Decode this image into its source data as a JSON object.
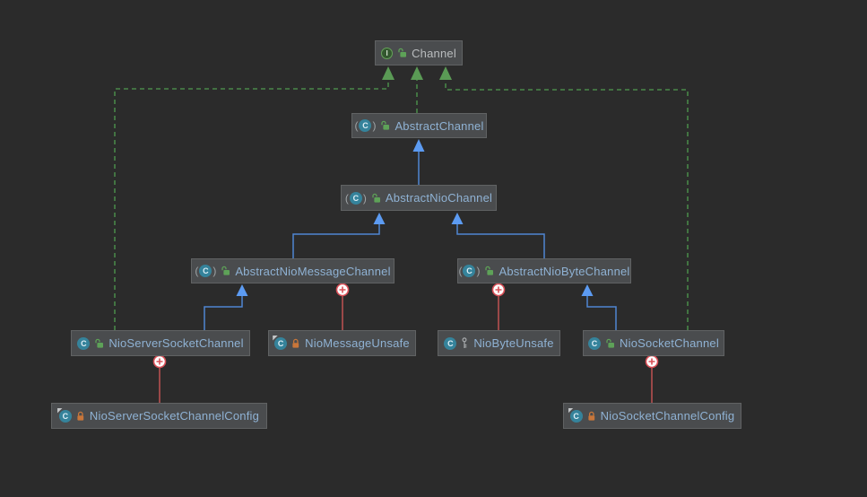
{
  "diagram": {
    "title": "Netty Channel class hierarchy UML diagram",
    "background": "#2b2b2b",
    "colors": {
      "node_background": "#4a4c4e",
      "node_border": "#606263",
      "interface_label": "#b9bcbe",
      "class_label": "#8fb2d4",
      "implements_edge_green": "#4f9b4f",
      "extends_edge_blue": "#5490e0",
      "inner_class_edge_red": "#e45c5c",
      "private_lock_orange": "#c8763a",
      "public_lock_green": "#5ea258",
      "key_gray": "#a6a9ab"
    },
    "nodes": [
      {
        "id": "channel",
        "label": "Channel",
        "kind": "interface",
        "visibility": "public",
        "icons": [
          "interface-icon",
          "unlocked-padlock-icon"
        ]
      },
      {
        "id": "abstract-channel",
        "label": "AbstractChannel",
        "kind": "abstract-class",
        "visibility": "public",
        "icons": [
          "abstract-class-icon",
          "unlocked-padlock-icon"
        ]
      },
      {
        "id": "abstract-nio-channel",
        "label": "AbstractNioChannel",
        "kind": "abstract-class",
        "visibility": "public",
        "icons": [
          "abstract-class-icon",
          "unlocked-padlock-icon"
        ]
      },
      {
        "id": "abstract-nio-message-channel",
        "label": "AbstractNioMessageChannel",
        "kind": "abstract-class",
        "visibility": "public",
        "icons": [
          "abstract-class-icon",
          "unlocked-padlock-icon"
        ]
      },
      {
        "id": "abstract-nio-byte-channel",
        "label": "AbstractNioByteChannel",
        "kind": "abstract-class",
        "visibility": "public",
        "icons": [
          "abstract-class-icon",
          "unlocked-padlock-icon"
        ]
      },
      {
        "id": "nio-server-socket-channel",
        "label": "NioServerSocketChannel",
        "kind": "class",
        "visibility": "public",
        "icons": [
          "class-icon",
          "unlocked-padlock-icon"
        ]
      },
      {
        "id": "nio-message-unsafe",
        "label": "NioMessageUnsafe",
        "kind": "inner-class",
        "visibility": "private",
        "icons": [
          "inner-class-icon",
          "locked-padlock-icon"
        ]
      },
      {
        "id": "nio-byte-unsafe",
        "label": "NioByteUnsafe",
        "kind": "class",
        "visibility": "protected",
        "icons": [
          "class-icon",
          "key-icon"
        ]
      },
      {
        "id": "nio-socket-channel",
        "label": "NioSocketChannel",
        "kind": "class",
        "visibility": "public",
        "icons": [
          "class-icon",
          "unlocked-padlock-icon"
        ]
      },
      {
        "id": "nio-server-socket-channel-config",
        "label": "NioServerSocketChannelConfig",
        "kind": "inner-class",
        "visibility": "private",
        "icons": [
          "inner-class-icon",
          "locked-padlock-icon"
        ]
      },
      {
        "id": "nio-socket-channel-config",
        "label": "NioSocketChannelConfig",
        "kind": "inner-class",
        "visibility": "private",
        "icons": [
          "inner-class-icon",
          "locked-padlock-icon"
        ]
      }
    ],
    "edges": [
      {
        "from": "AbstractChannel",
        "to": "Channel",
        "type": "implements",
        "style": "green-dashed"
      },
      {
        "from": "NioServerSocketChannel",
        "to": "Channel",
        "type": "implements",
        "style": "green-dashed"
      },
      {
        "from": "NioSocketChannel",
        "to": "Channel",
        "type": "implements",
        "style": "green-dashed"
      },
      {
        "from": "AbstractNioChannel",
        "to": "AbstractChannel",
        "type": "extends",
        "style": "blue-solid"
      },
      {
        "from": "AbstractNioMessageChannel",
        "to": "AbstractNioChannel",
        "type": "extends",
        "style": "blue-solid"
      },
      {
        "from": "AbstractNioByteChannel",
        "to": "AbstractNioChannel",
        "type": "extends",
        "style": "blue-solid"
      },
      {
        "from": "NioServerSocketChannel",
        "to": "AbstractNioMessageChannel",
        "type": "extends",
        "style": "blue-solid"
      },
      {
        "from": "NioSocketChannel",
        "to": "AbstractNioByteChannel",
        "type": "extends",
        "style": "blue-solid"
      },
      {
        "from": "AbstractNioMessageChannel",
        "to": "NioMessageUnsafe",
        "type": "inner-class",
        "style": "red-solid-plus"
      },
      {
        "from": "AbstractNioByteChannel",
        "to": "NioByteUnsafe",
        "type": "inner-class",
        "style": "red-solid-plus"
      },
      {
        "from": "NioServerSocketChannel",
        "to": "NioServerSocketChannelConfig",
        "type": "inner-class",
        "style": "red-solid-plus"
      },
      {
        "from": "NioSocketChannel",
        "to": "NioSocketChannelConfig",
        "type": "inner-class",
        "style": "red-solid-plus"
      }
    ]
  }
}
